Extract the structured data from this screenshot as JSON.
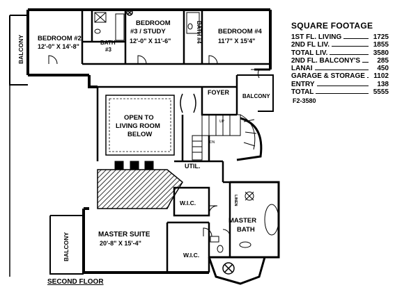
{
  "rooms": {
    "bedroom2": {
      "name": "BEDROOM #2",
      "dims": "12'-0\" X 14'-8\""
    },
    "bedroom3": {
      "name_line1": "BEDROOM",
      "name_line2": "#3 / STUDY",
      "dims": "12'-0\" X 11'-6\""
    },
    "bedroom4": {
      "name": "BEDROOM #4",
      "dims": "11'7\" X 15'4\""
    },
    "bath3": {
      "line1": "BATH",
      "line2": "#3"
    },
    "bath4": "BATH #4",
    "balcony_left": "BALCONY",
    "balcony_right": "BALCONY",
    "balcony_bottom": "BALCONY",
    "open_to_living": {
      "line1": "OPEN TO",
      "line2": "LIVING ROOM",
      "line3": "BELOW"
    },
    "foyer": "FOYER",
    "util": "UTIL.",
    "wic_upper": "W.I.C.",
    "wic_lower": "W.I.C.",
    "linen": "LINEN",
    "master_suite": {
      "name": "MASTER SUITE",
      "dims": "20'-8\" X 15'-4\""
    },
    "master_bath": {
      "line1": "MASTER",
      "line2": "BATH"
    },
    "stair_up": "UP",
    "stair_dn": "DN"
  },
  "square_footage": {
    "title": "SQUARE FOOTAGE",
    "rows": [
      {
        "label": "1ST FL. LIVING",
        "value": "1725"
      },
      {
        "label": "2ND FL LIV.",
        "value": "1855"
      },
      {
        "label": "TOTAL LIV.",
        "value": "3580"
      },
      {
        "label": "2ND FL. BALCONY'S",
        "value": "285"
      },
      {
        "label": "LANAI",
        "value": "450"
      },
      {
        "label": "GARAGE & STORAGE",
        "value": "1102"
      },
      {
        "label": "ENTRY",
        "value": "138"
      },
      {
        "label": "TOTAL",
        "value": "5555"
      }
    ]
  },
  "plan_code": "F2-3580",
  "floor_label": "SECOND FLOOR"
}
